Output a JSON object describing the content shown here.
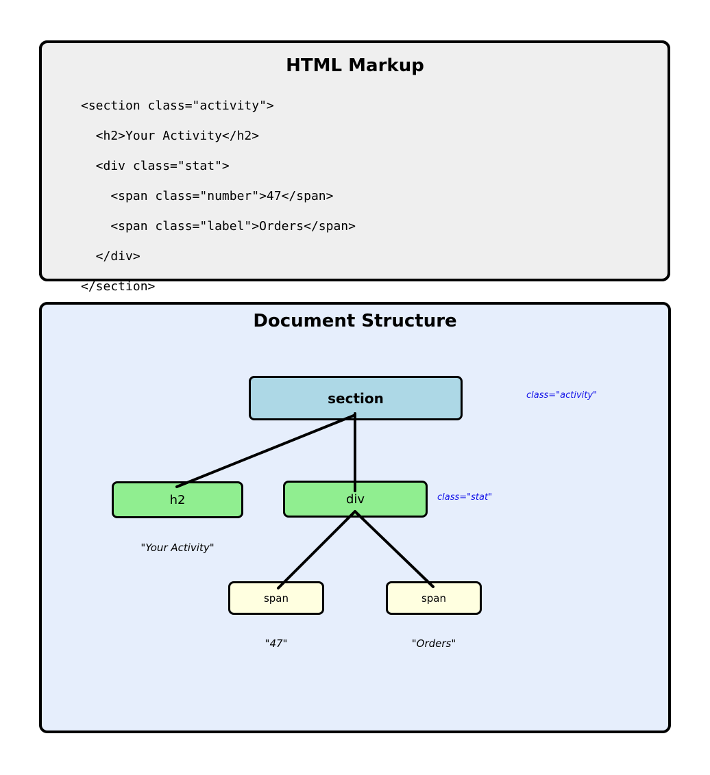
{
  "markup_panel": {
    "title": "HTML Markup",
    "code_lines": [
      "<section class=\"activity\">",
      "  <h2>Your Activity</h2>",
      "  <div class=\"stat\">",
      "    <span class=\"number\">47</span>",
      "    <span class=\"label\">Orders</span>",
      "  </div>",
      "</section>"
    ]
  },
  "structure_panel": {
    "title": "Document Structure",
    "nodes": {
      "section": {
        "label": "section",
        "annotation": "class=\"activity\""
      },
      "h2": {
        "label": "h2",
        "text": "\"Your Activity\""
      },
      "div": {
        "label": "div",
        "annotation": "class=\"stat\""
      },
      "span_number": {
        "label": "span",
        "text": "\"47\""
      },
      "span_label": {
        "label": "span",
        "text": "\"Orders\""
      }
    }
  },
  "colors": {
    "markup_panel_bg": "#EFEFEF",
    "structure_panel_bg": "#E6EEFC",
    "section_node_fill": "#ADD8E6",
    "element_node_fill": "#90EE90",
    "text_node_fill": "#FFFFE0",
    "annotation_text": "#1414E8",
    "border": "#000000"
  }
}
